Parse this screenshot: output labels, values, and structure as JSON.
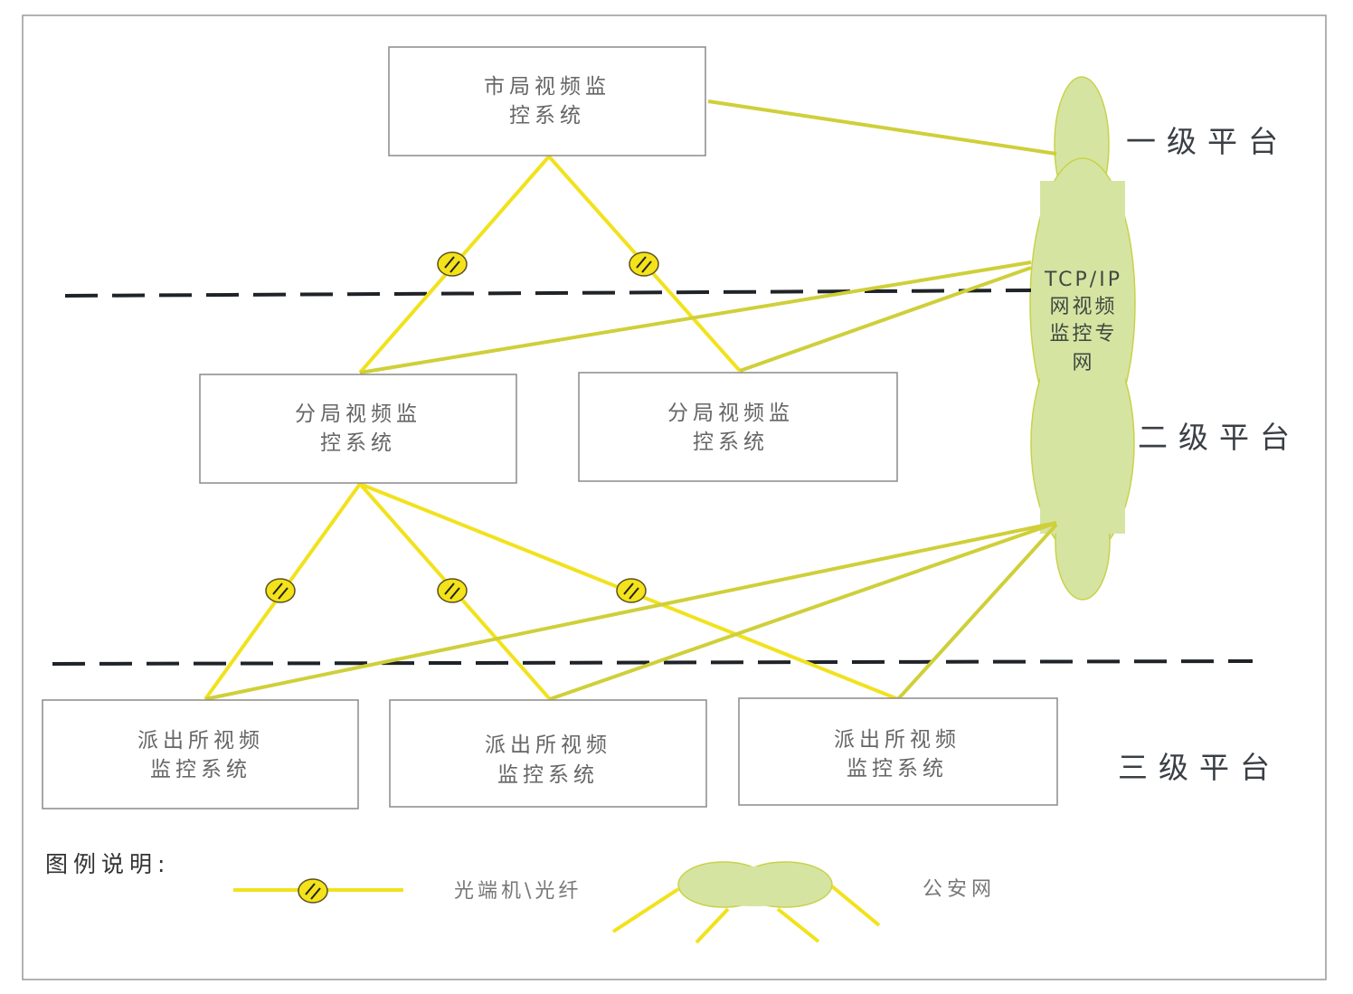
{
  "diagram": {
    "city": {
      "line1": "市局视频监",
      "line2": "控系统"
    },
    "branches": [
      {
        "line1": "分局视频监",
        "line2": "控系统"
      },
      {
        "line1": "分局视频监",
        "line2": "控系统"
      }
    ],
    "stations": [
      {
        "line1": "派出所视频",
        "line2": "监控系统"
      },
      {
        "line1": "派出所视频",
        "line2": "监控系统"
      },
      {
        "line1": "派出所视频",
        "line2": "监控系统"
      }
    ],
    "network": {
      "line1": "TCP/IP",
      "line2": "网视频",
      "line3": "监控专",
      "line4": "网"
    },
    "platforms": {
      "level1": "一级平台",
      "level2": "二级平台",
      "level3": "三级平台"
    }
  },
  "legend": {
    "title": "图例说明:",
    "fiber_label": "光端机\\光纤",
    "network_label": "公安网"
  },
  "colors": {
    "fiber": "#f1e21c",
    "cloud": "#d6e4a2",
    "dash": "#1f2328"
  }
}
